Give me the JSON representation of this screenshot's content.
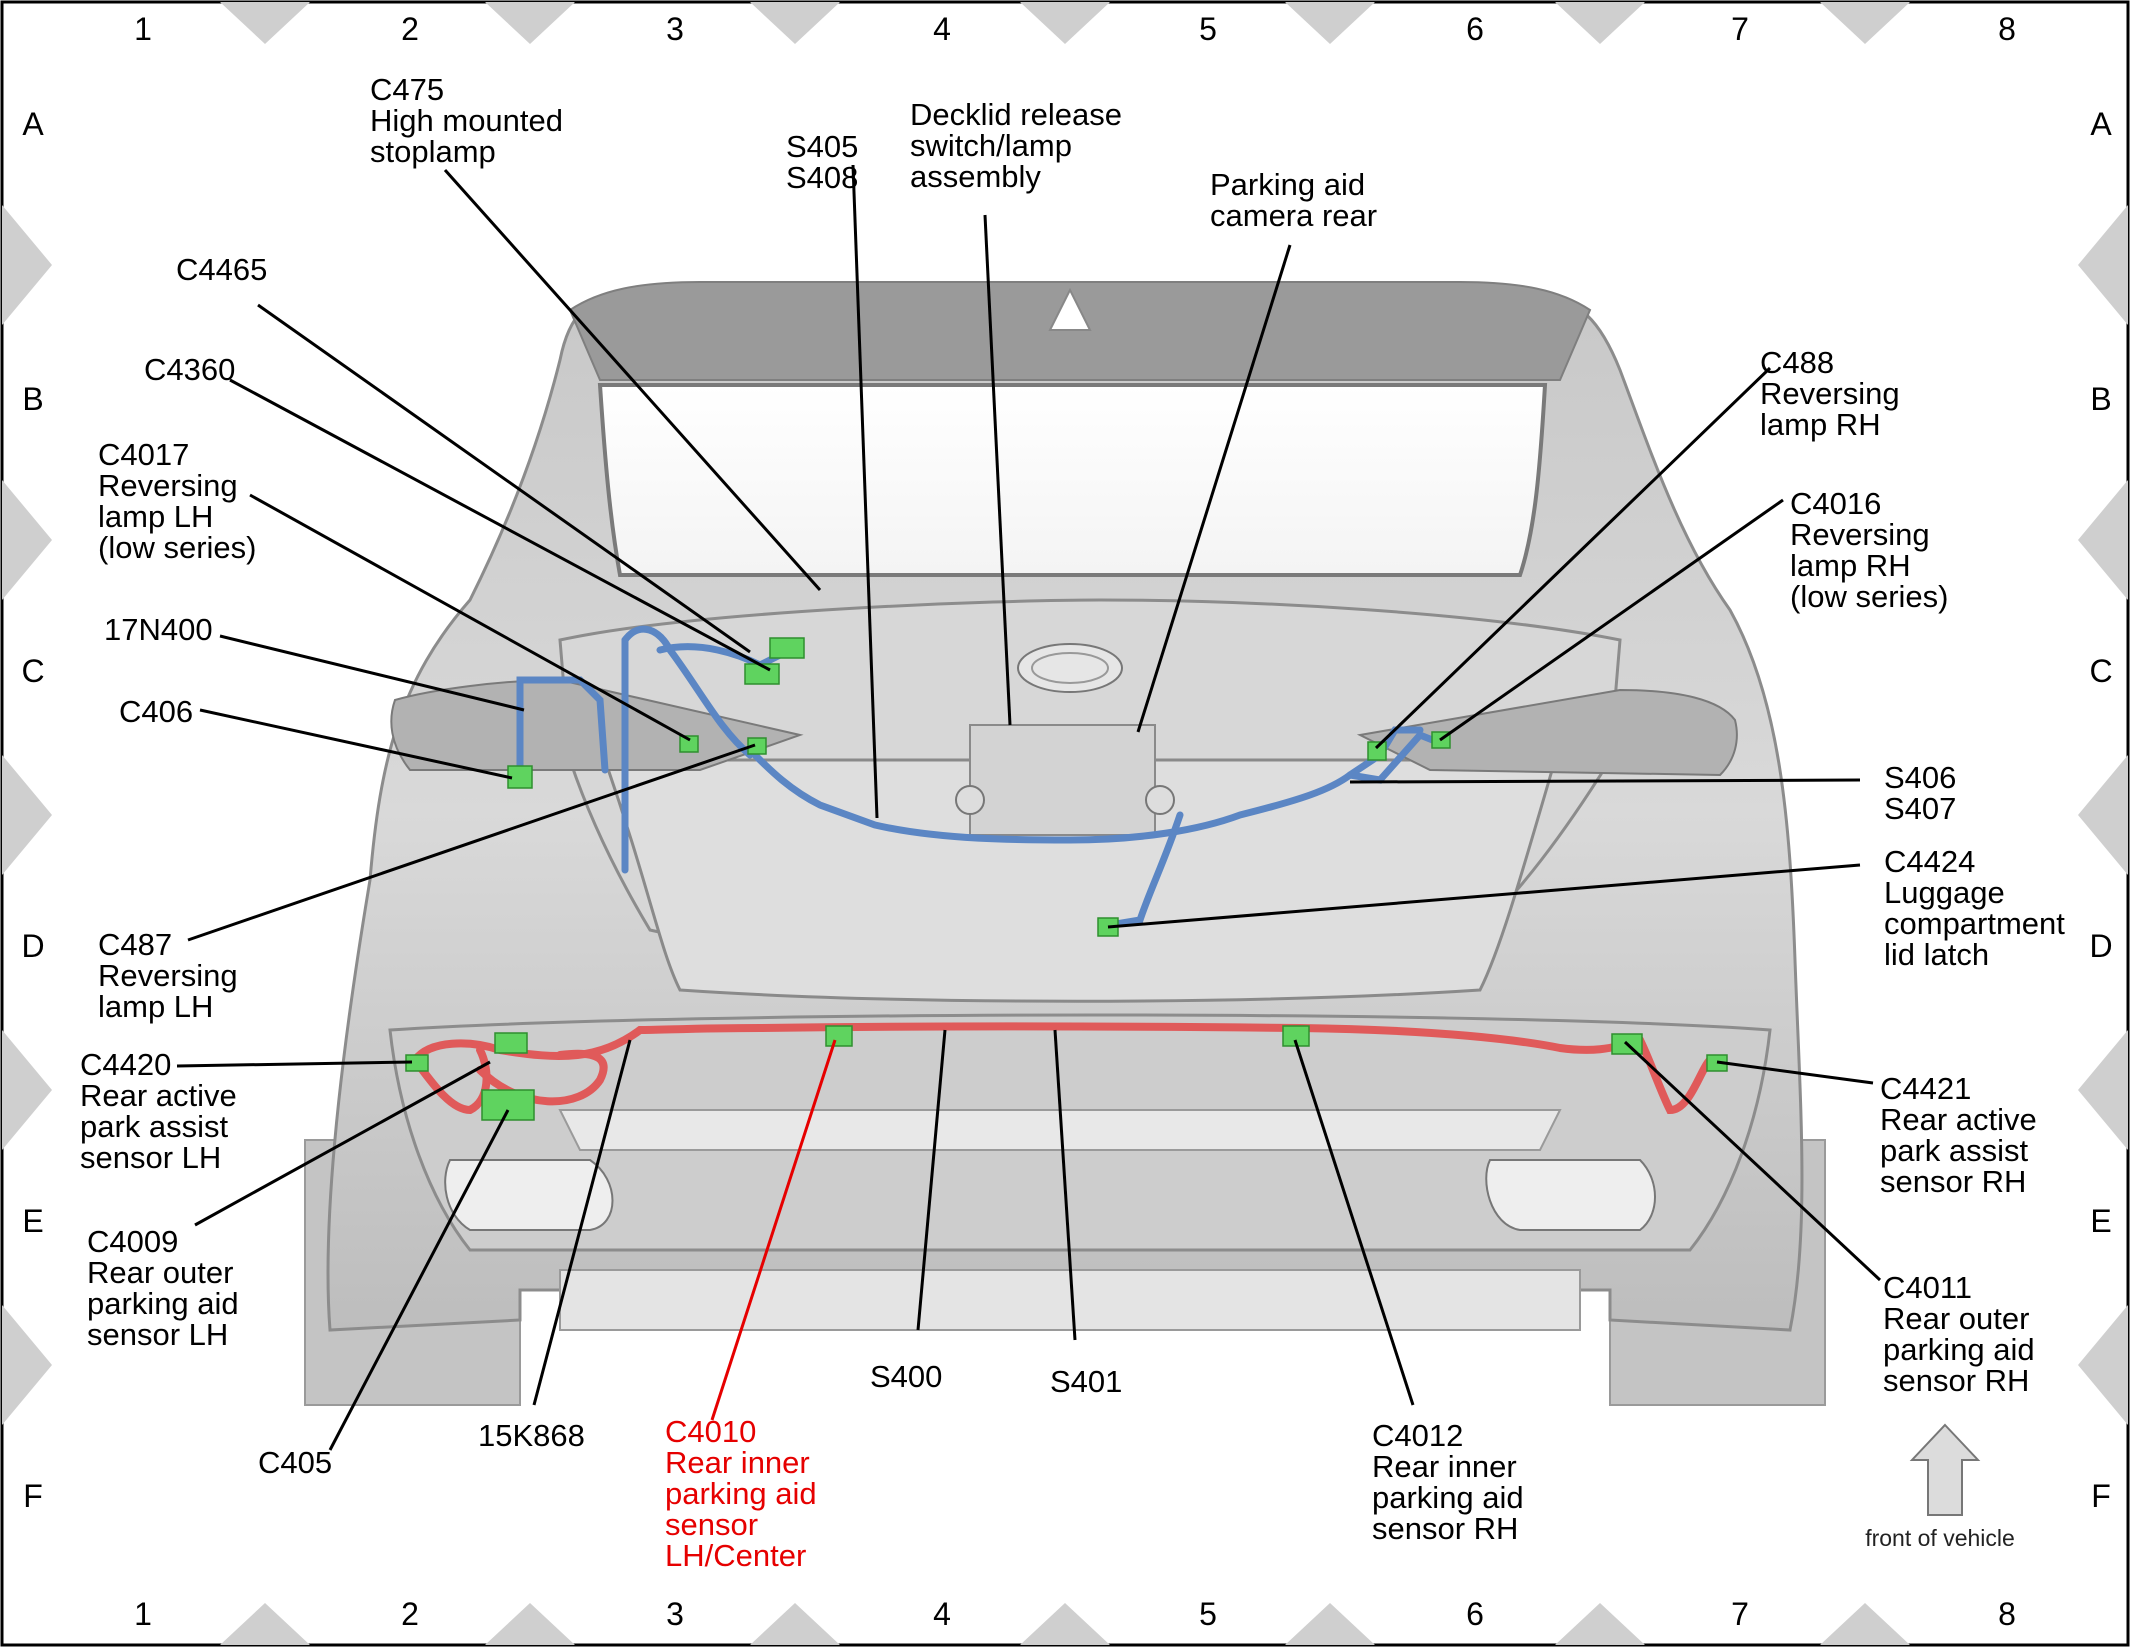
{
  "grid": {
    "columns": [
      "1",
      "2",
      "3",
      "4",
      "5",
      "6",
      "7",
      "8"
    ],
    "rows": [
      "A",
      "B",
      "C",
      "D",
      "E",
      "F"
    ]
  },
  "labels": {
    "c475": [
      "C475",
      "High mounted",
      "stoplamp"
    ],
    "s405": [
      "S405",
      "S408"
    ],
    "decklid": [
      "Decklid release",
      "switch/lamp",
      "assembly"
    ],
    "parking_camera": [
      "Parking aid",
      "camera rear"
    ],
    "c4465": [
      "C4465"
    ],
    "c4360": [
      "C4360"
    ],
    "c4017": [
      "C4017",
      "Reversing",
      "lamp LH",
      "(low series)"
    ],
    "n17n400": [
      "17N400"
    ],
    "c406": [
      "C406"
    ],
    "c487": [
      "C487",
      "Reversing",
      "lamp LH"
    ],
    "c488": [
      "C488",
      "Reversing",
      "lamp RH"
    ],
    "c4016": [
      "C4016",
      "Reversing",
      "lamp RH",
      "(low series)"
    ],
    "s406": [
      "S406",
      "S407"
    ],
    "c4424": [
      "C4424",
      "Luggage",
      "compartment",
      "lid latch"
    ],
    "c4420": [
      "C4420",
      "Rear active",
      "park assist",
      "sensor LH"
    ],
    "c4009": [
      "C4009",
      "Rear outer",
      "parking aid",
      "sensor LH"
    ],
    "c405": [
      "C405"
    ],
    "n15k868": [
      "15K868"
    ],
    "c4010": [
      "C4010",
      "Rear inner",
      "parking aid",
      "sensor",
      "LH/Center"
    ],
    "s400": [
      "S400"
    ],
    "s401": [
      "S401"
    ],
    "c4012": [
      "C4012",
      "Rear inner",
      "parking aid",
      "sensor RH"
    ],
    "c4421": [
      "C4421",
      "Rear active",
      "park assist",
      "sensor RH"
    ],
    "c4011": [
      "C4011",
      "Rear outer",
      "parking aid",
      "sensor RH"
    ]
  },
  "front_of_vehicle": "front of vehicle",
  "colors": {
    "rear_harness": "#e05a5a",
    "body_harness": "#5b86c4",
    "connector": "#5fd35f",
    "highlight_label": "#e60000",
    "frame_diamond": "#cfcfcf"
  },
  "icons": {
    "front_arrow": "up-arrow-icon"
  }
}
